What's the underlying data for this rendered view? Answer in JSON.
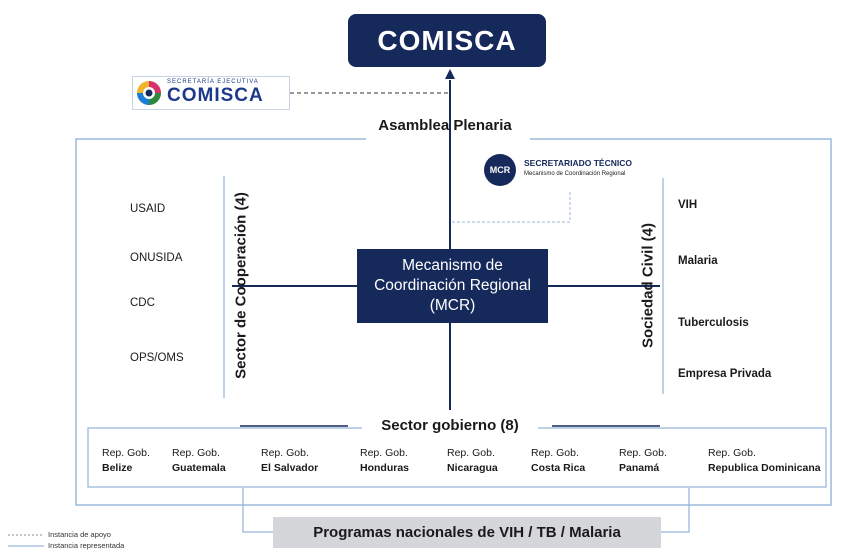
{
  "top": {
    "title": "COMISCA"
  },
  "logo": {
    "small": "SECRETARÍA EJECUTIVA",
    "big": "COMISCA"
  },
  "assembly": "Asamblea Plenaria",
  "secretariat": {
    "badge": "MCR",
    "title": "SECRETARIADO TÉCNICO",
    "subtitle": "Mecanismo de Coordinación Regional"
  },
  "cooperation": {
    "label": "Sector de Cooperación (4)",
    "items": [
      "USAID",
      "ONUSIDA",
      "CDC",
      "OPS/OMS"
    ]
  },
  "civil": {
    "label": "Sociedad Civil (4)",
    "items": [
      "VIH",
      "Malaria",
      "Tuberculosis",
      "Empresa Privada"
    ]
  },
  "center": {
    "line1": "Mecanismo de",
    "line2": "Coordinación Regional",
    "line3": "(MCR)"
  },
  "government": {
    "title": "Sector gobierno (8)",
    "prefix": "Rep. Gob.",
    "countries": [
      "Belize",
      "Guatemala",
      "El Salvador",
      "Honduras",
      "Nicaragua",
      "Costa Rica",
      "Panamá",
      "Republica Dominicana"
    ]
  },
  "programs": "Programas nacionales de VIH / TB /  Malaria",
  "legend": {
    "support": "Instancia de apoyo",
    "represented": "Instancia representada"
  },
  "colors": {
    "navy": "#15295b",
    "frame": "#9ab8dc",
    "gray": "#d5d6da"
  }
}
